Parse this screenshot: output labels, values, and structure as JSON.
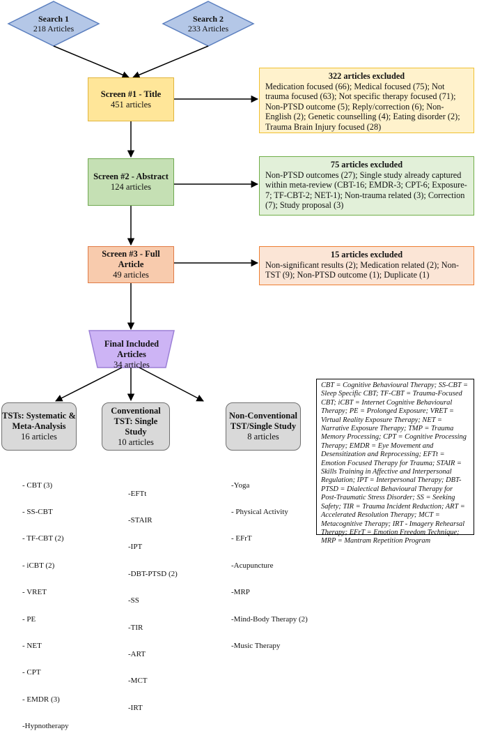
{
  "search1": {
    "title": "Search 1",
    "count": "218 Articles"
  },
  "search2": {
    "title": "Search 2",
    "count": "233 Articles"
  },
  "screen1": {
    "title": "Screen #1 - Title",
    "count": "451 articles"
  },
  "screen2": {
    "title": "Screen #2 - Abstract",
    "count": "124 articles"
  },
  "screen3": {
    "title": "Screen #3 - Full Article",
    "count": "49 articles"
  },
  "final": {
    "title": "Final Included Articles",
    "count": "34 articles"
  },
  "excl1": {
    "title": "322 articles excluded",
    "text": "Medication focused (66); Medical focused (75); Not trauma focused (63); Not specific therapy focused (71); Non-PTSD outcome (5); Reply/correction (6); Non-English (2); Genetic counselling (4); Eating disorder (2); Trauma Brain Injury focused (28)"
  },
  "excl2": {
    "title": "75 articles excluded",
    "text": "Non-PTSD outcomes (27); Single study already captured within meta-review (CBT-16; EMDR-3; CPT-6; Exposure-7; TF-CBT-2; NET-1); Non-trauma related (3); Correction (7); Study proposal (3)"
  },
  "excl3": {
    "title": "15 articles excluded",
    "text": "Non-significant results (2); Medication related (2); Non-TST (9); Non-PTSD outcome (1); Duplicate (1)"
  },
  "cat1": {
    "title": "TSTs: Systematic & Meta-Analysis",
    "count": "16 articles",
    "items": [
      "- CBT (3)",
      "- SS-CBT",
      "- TF-CBT (2)",
      "- iCBT (2)",
      "- VRET",
      "- PE",
      "- NET",
      "- CPT",
      "- EMDR (3)",
      "-Hypnotherapy"
    ]
  },
  "cat2": {
    "title": "Conventional TST: Single Study",
    "count": "10 articles",
    "items": [
      "-EFTt",
      "-STAIR",
      "-IPT",
      "-DBT-PTSD (2)",
      "-SS",
      "-TIR",
      "-ART",
      "-MCT",
      "-IRT"
    ]
  },
  "cat3": {
    "title": "Non-Conventional TST/Single Study",
    "count": "8 articles",
    "items": [
      "-Yoga",
      "- Physical Activity",
      "- EFrT",
      "-Acupuncture",
      "-MRP",
      "-Mind-Body Therapy (2)",
      "-Music Therapy"
    ]
  },
  "legend": "CBT = Cognitive Behavioural Therapy; SS-CBT = Sleep Specific CBT; TF-CBT = Trauma-Focused CBT; iCBT = Internet Cognitive Behavioural Therapy; PE = Prolonged Exposure; VRET = Virtual Reality Exposure Therapy; NET = Narrative Exposure Therapy; TMP = Trauma Memory Processing; CPT = Cognitive Processing Therapy; EMDR = Eye Movement and Desensitization and Reprocessing; EFTt = Emotion Focused Therapy for Trauma; STAIR = Skills Training in Affective and Interpersonal Regulation; IPT = Interpersonal Therapy; DBT-PTSD = Dialectical Behavioural Therapy for Post-Traumatic Stress Disorder; SS = Seeking Safety; TIR = Trauma Incident Reduction; ART = Accelerated Resolution Therapy; MCT = Metacognitive Therapy; IRT - Imagery Rehearsal Therapy; EFrT = Emotion Freedom Technique; MRP = Mantram Repetition Program",
  "colors": {
    "search": "#b4c7e7",
    "screen1": "#ffe699",
    "screen2": "#c5e0b4",
    "screen3": "#f8cbad",
    "final": "#cdb4f5",
    "category": "#d9d9d9"
  }
}
